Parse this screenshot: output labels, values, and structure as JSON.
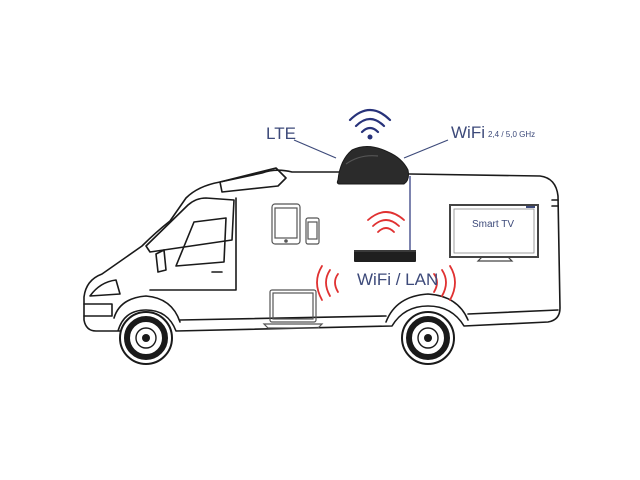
{
  "labels": {
    "lte": "LTE",
    "wifi": "WiFi",
    "wifi_bands": "2,4 / 5,0 GHz",
    "wifi_lan": "WiFi / LAN",
    "smart_tv": "Smart TV"
  },
  "colors": {
    "outline": "#1a1a1a",
    "label": "#3d4a7a",
    "antenna_signal": "#27327a",
    "wifi_signal": "#e03131",
    "antenna_body": "#2b2b2b",
    "router": "#1f1f1f"
  },
  "icons": {
    "antenna_signal": "wifi-signal-icon",
    "tablet": "tablet-icon",
    "phone": "smartphone-icon",
    "laptop": "laptop-icon",
    "tv": "tv-icon",
    "router": "router-icon"
  }
}
